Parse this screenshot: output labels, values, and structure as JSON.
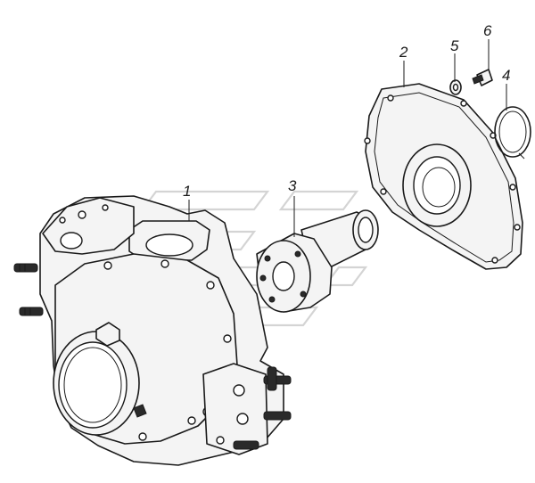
{
  "diagram": {
    "callouts": [
      {
        "id": "callout-1",
        "label": "1"
      },
      {
        "id": "callout-2",
        "label": "2"
      },
      {
        "id": "callout-3",
        "label": "3"
      },
      {
        "id": "callout-4",
        "label": "4"
      },
      {
        "id": "callout-5",
        "label": "5"
      },
      {
        "id": "callout-6",
        "label": "6"
      }
    ],
    "colors": {
      "line": "#1a1a1a",
      "background": "#ffffff",
      "watermark": "#c9c9c9"
    }
  }
}
